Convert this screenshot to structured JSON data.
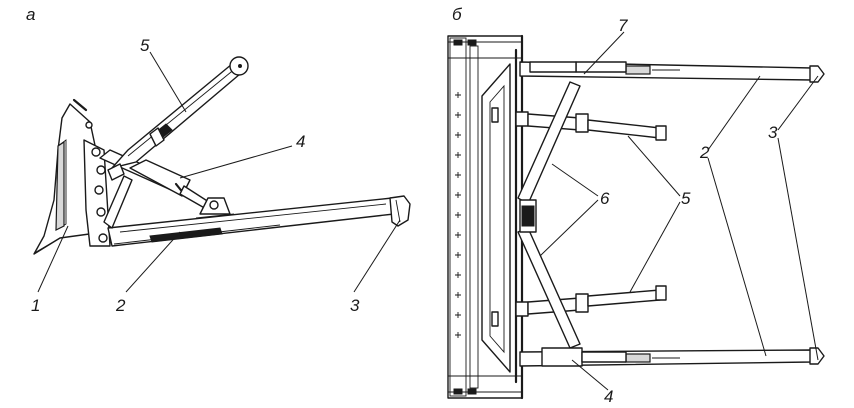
{
  "panels": {
    "left": {
      "label": "а"
    },
    "right": {
      "label": "б"
    }
  },
  "callouts": {
    "left": [
      "1",
      "2",
      "3",
      "4",
      "5"
    ],
    "right": [
      "7",
      "6",
      "5",
      "2",
      "3",
      "4"
    ]
  }
}
